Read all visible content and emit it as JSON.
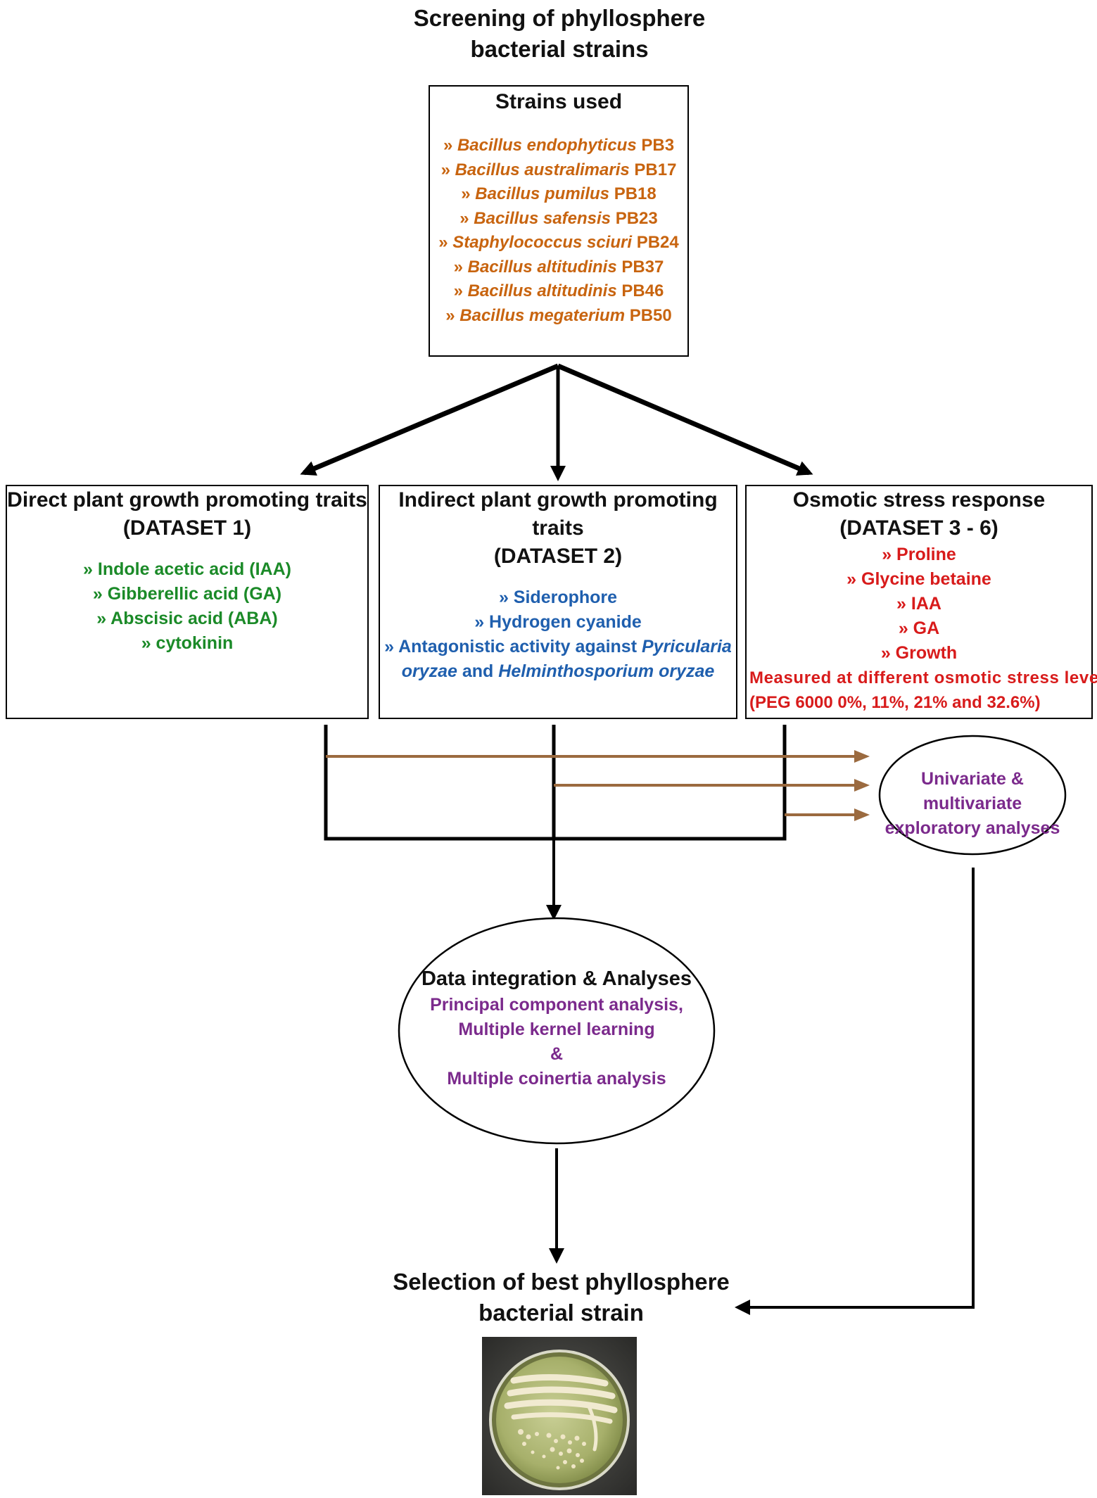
{
  "top_title": [
    "Screening of phyllosphere",
    "bacterial strains"
  ],
  "strains_box": {
    "heading": "Strains used",
    "items": [
      {
        "bullet": "»",
        "genus": "Bacillus endophyticus",
        "code": "PB3"
      },
      {
        "bullet": "»",
        "genus": "Bacillus australimaris",
        "code": "PB17"
      },
      {
        "bullet": "»",
        "genus": "Bacillus pumilus",
        "code": "PB18"
      },
      {
        "bullet": "»",
        "genus": "Bacillus safensis",
        "code": "PB23"
      },
      {
        "bullet": "»",
        "genus": "Staphylococcus sciuri",
        "code": "PB24"
      },
      {
        "bullet": "»",
        "genus": "Bacillus altitudinis",
        "code": "PB37"
      },
      {
        "bullet": "»",
        "genus": "Bacillus altitudinis",
        "code": "PB46"
      },
      {
        "bullet": "»",
        "genus": "Bacillus megaterium",
        "code": "PB50"
      }
    ]
  },
  "dataset1": {
    "heading": "Direct plant growth promoting traits",
    "subheading": "(DATASET 1)",
    "items": [
      "» Indole acetic acid (IAA)",
      "» Gibberellic acid (GA)",
      "» Abscisic acid (ABA)",
      "» cytokinin"
    ]
  },
  "dataset2": {
    "heading": "Indirect plant growth promoting traits",
    "subheading": "(DATASET 2)",
    "items": [
      "» Siderophore",
      "» Hydrogen cyanide"
    ],
    "antagonistic_prefix": "» Antagonistic activity against ",
    "pathogen1": "Pyricularia oryzae",
    "joiner": " and ",
    "pathogen2": "Helminthosporium oryzae"
  },
  "dataset3": {
    "heading": "Osmotic stress response",
    "subheading": "(DATASET 3 - 6)",
    "items": [
      "» Proline",
      "» Glycine betaine",
      "» IAA",
      "» GA",
      "» Growth"
    ],
    "measured": "Measured at different osmotic stress levels",
    "peg": "(PEG 6000 0%, 11%, 21% and 32.6%)"
  },
  "univariate": {
    "line1": "Univariate & multivariate",
    "line2": "exploratory analyses"
  },
  "integration": {
    "heading": "Data integration & Analyses",
    "lines": [
      "Principal component analysis,",
      "Multiple kernel learning",
      "&",
      "Multiple coinertia analysis"
    ]
  },
  "selection_title": [
    "Selection of best phyllosphere",
    "bacterial strain"
  ],
  "colors": {
    "strain_orange": "#c8640f",
    "direct_green": "#1b8a28",
    "indirect_blue": "#1f5fae",
    "osmotic_red": "#d81b1b",
    "analysis_purple": "#7b2a8c",
    "arrow_brown": "#9b6a3f"
  }
}
